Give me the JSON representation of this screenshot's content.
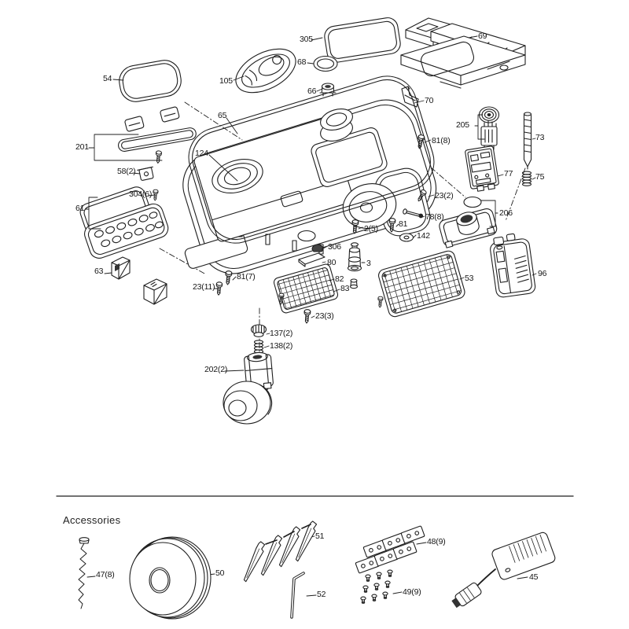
{
  "main": {
    "parts": [
      {
        "label": "305"
      },
      {
        "label": "69"
      },
      {
        "label": "54"
      },
      {
        "label": "105"
      },
      {
        "label": "68"
      },
      {
        "label": "66"
      },
      {
        "label": "70"
      },
      {
        "label": "65"
      },
      {
        "label": "201"
      },
      {
        "label": "124"
      },
      {
        "label": "58(2)"
      },
      {
        "label": "304(6)"
      },
      {
        "label": "61"
      },
      {
        "label": "81(8)"
      },
      {
        "label": "205"
      },
      {
        "label": "73"
      },
      {
        "label": "77"
      },
      {
        "label": "75"
      },
      {
        "label": "23(2)"
      },
      {
        "label": "206"
      },
      {
        "label": "78(8)"
      },
      {
        "label": "81"
      },
      {
        "label": "2(5)"
      },
      {
        "label": "142"
      },
      {
        "label": "306"
      },
      {
        "label": "80"
      },
      {
        "label": "3"
      },
      {
        "label": "63"
      },
      {
        "label": "81(7)"
      },
      {
        "label": "23(11)"
      },
      {
        "label": "82"
      },
      {
        "label": "83"
      },
      {
        "label": "53"
      },
      {
        "label": "96"
      },
      {
        "label": "23(3)"
      },
      {
        "label": "137(2)"
      },
      {
        "label": "138(2)"
      },
      {
        "label": "202(2)"
      }
    ]
  },
  "accessories": {
    "title": "Accessories",
    "parts": [
      {
        "label": "47(8)"
      },
      {
        "label": "50"
      },
      {
        "label": "51"
      },
      {
        "label": "52"
      },
      {
        "label": "48(9)"
      },
      {
        "label": "49(9)"
      },
      {
        "label": "45"
      }
    ]
  }
}
